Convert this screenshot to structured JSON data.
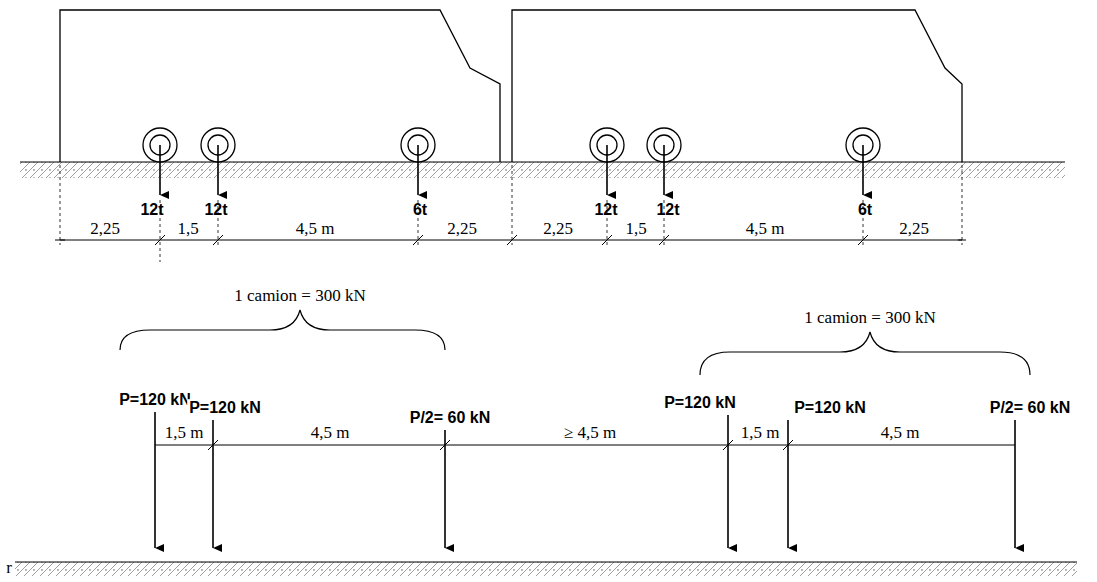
{
  "diagram": {
    "labels": [
      "12t",
      "12t",
      "6t",
      "12t",
      "12t",
      "6t",
      "2,25",
      "1,5",
      "4,5 m",
      "2,25",
      "2,25",
      "1,5",
      "4,5 m",
      "2,25",
      "1 camion = 300 kN",
      "1 camion = 300 kN",
      "P=120 kN",
      "P=120 kN",
      "P/2= 60 kN",
      "P=120 kN",
      "P=120 kN",
      "P/2= 60 kN",
      "1,5 m",
      "4,5 m",
      "≥ 4,5 m",
      "1,5 m",
      "4,5 m",
      "r"
    ]
  }
}
